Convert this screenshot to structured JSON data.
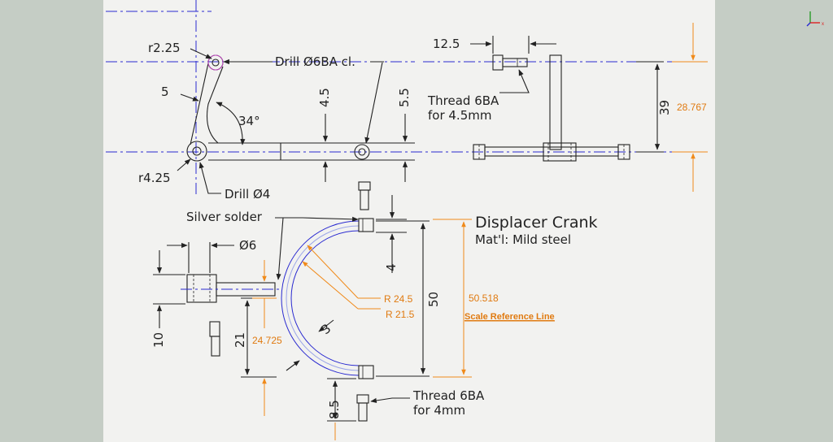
{
  "drawing": {
    "title": "Displacer Crank",
    "material": "Mat'l: Mild steel",
    "scale_reference": "Scale Reference Line"
  },
  "labels": {
    "r225": "r2.25",
    "drill_6ba": "Drill Ø6BA cl.",
    "d5": "5",
    "a34": "34°",
    "d45": "4.5",
    "d55": "5.5",
    "r425": "r4.25",
    "drill_4": "Drill Ø4",
    "d125": "12.5",
    "thread_45_l1": "Thread 6BA",
    "thread_45_l2": "for 4.5mm",
    "d39": "39",
    "o28767": "28.767",
    "silver": "Silver solder",
    "d6": "Ø6",
    "d4": "4",
    "d50": "50",
    "o50518": "50.518",
    "r245": "R 24.5",
    "r215": "R 21.5",
    "d10": "10",
    "d21": "21",
    "o24725": "24.725",
    "d3": "3",
    "thread_4_l1": "Thread 6BA",
    "thread_4_l2": "for 4mm",
    "d85": "8.5"
  },
  "colors": {
    "line": "#222222",
    "centerline": "#2a2ad0",
    "annotation": "#e07a10",
    "sheet": "#f2f2f0",
    "background": "#c5cdc5"
  },
  "icons": [
    "axis-triad-icon"
  ]
}
